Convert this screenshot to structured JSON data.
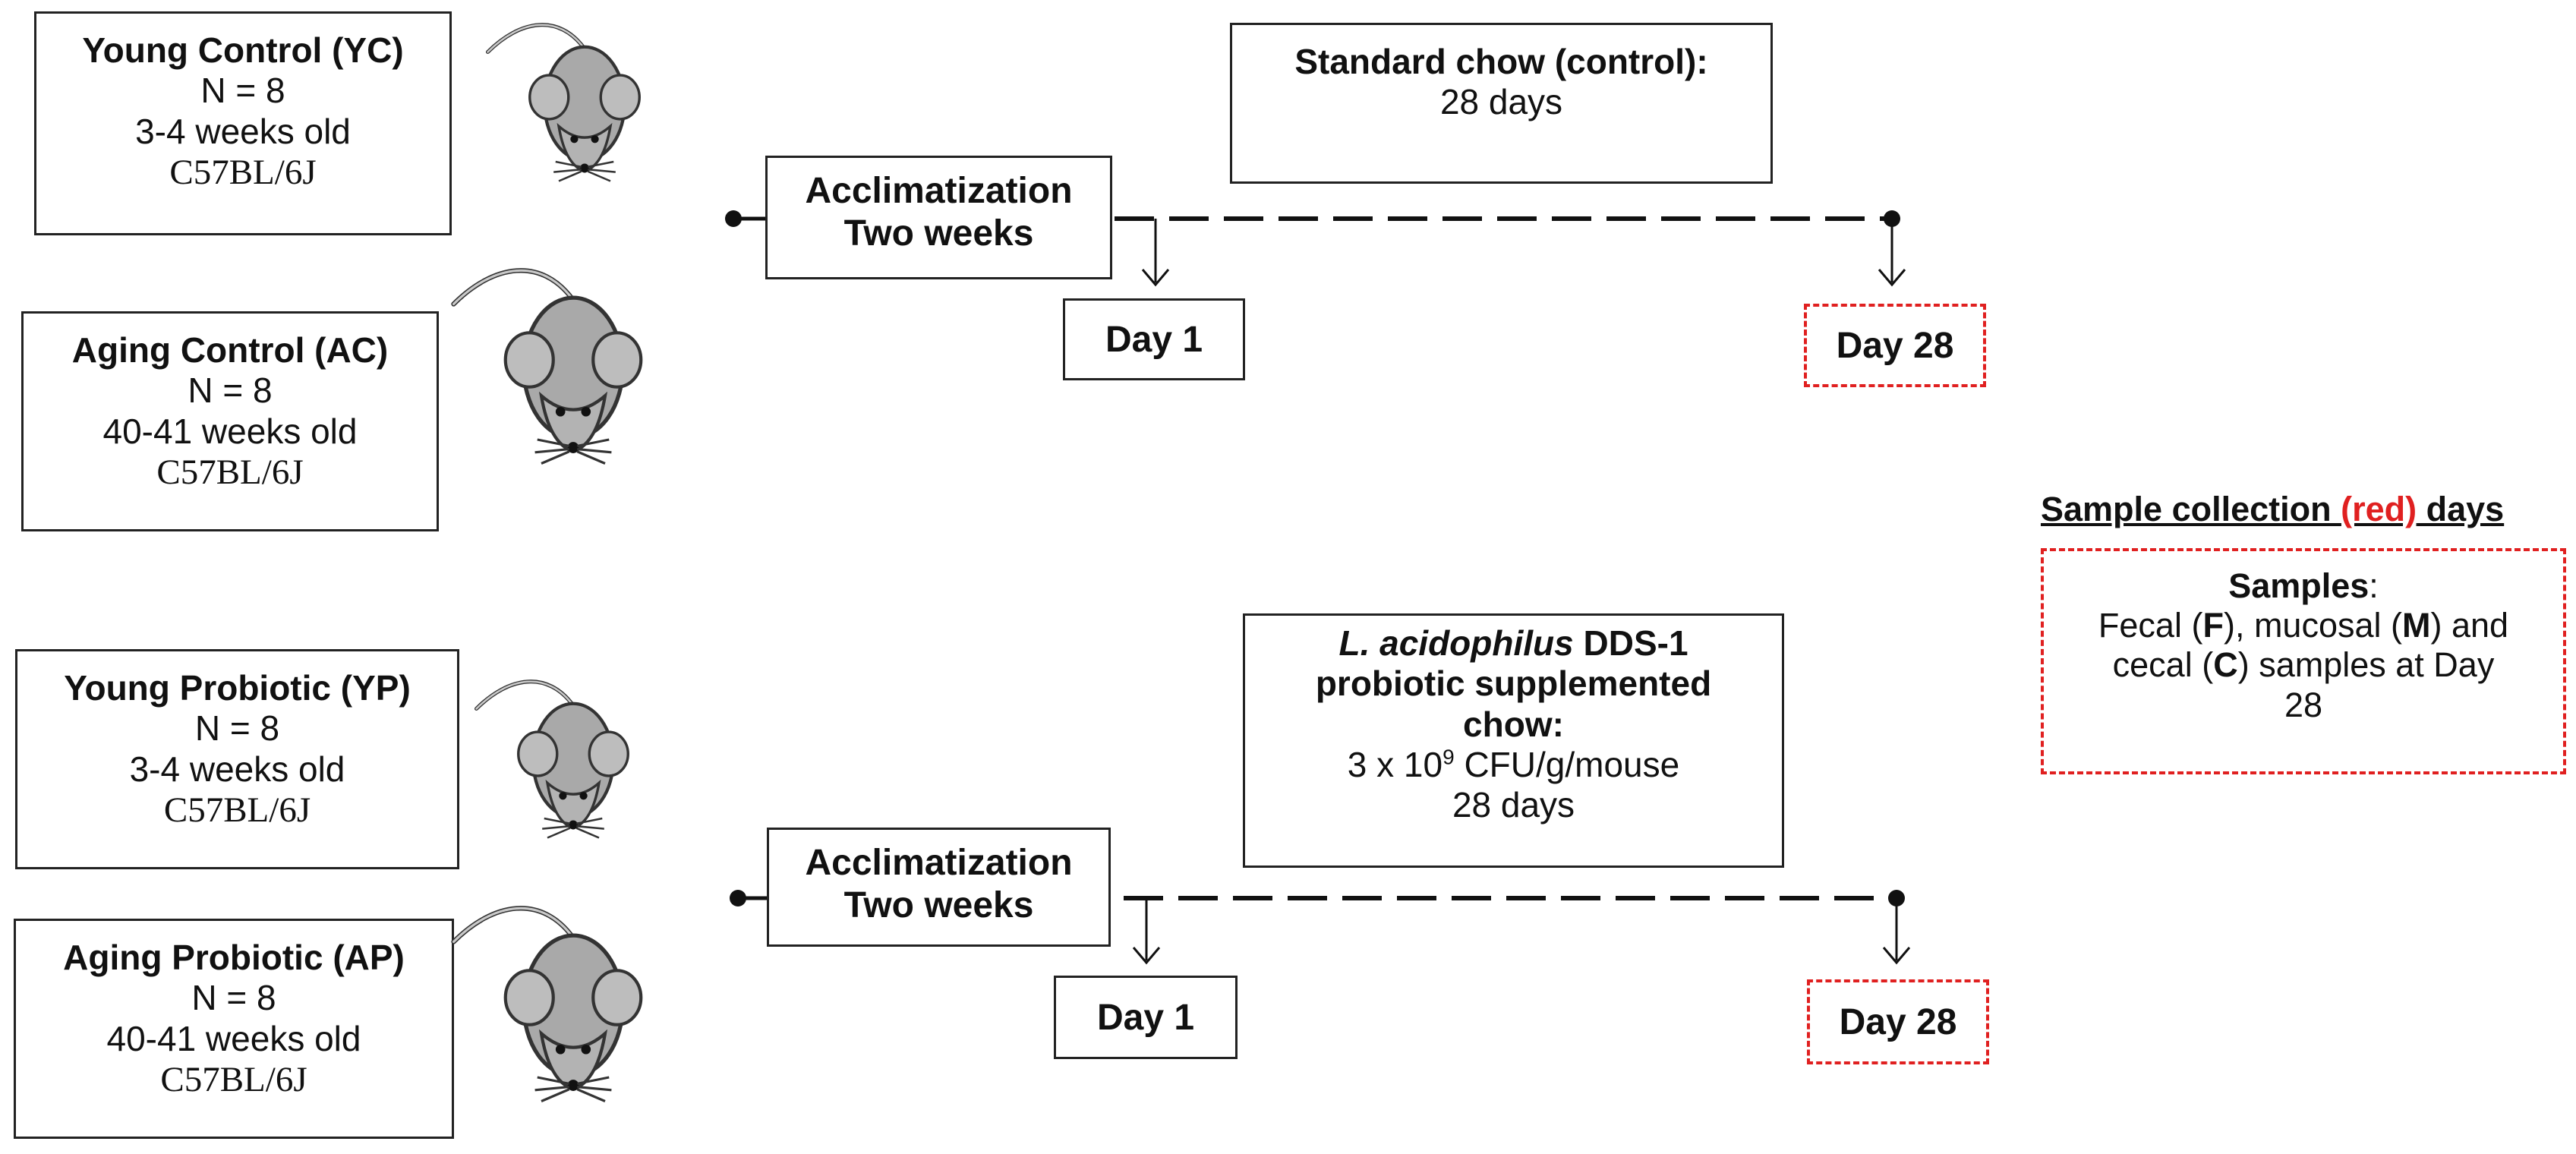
{
  "groups": [
    {
      "title": "Young Control (YC)",
      "n": "N = 8",
      "age": "3-4 weeks old",
      "strain": "C57BL/6J"
    },
    {
      "title": "Aging Control (AC)",
      "n": "N = 8",
      "age": "40-41 weeks old",
      "strain": "C57BL/6J"
    },
    {
      "title": "Young Probiotic (YP)",
      "n": "N = 8",
      "age": "3-4 weeks old",
      "strain": "C57BL/6J"
    },
    {
      "title": "Aging Probiotic (AP)",
      "n": "N = 8",
      "age": "40-41 weeks old",
      "strain": "C57BL/6J"
    }
  ],
  "timelines": [
    {
      "acclimatization": [
        "Acclimatization",
        "Two weeks"
      ],
      "start_day": "Day 1",
      "end_day": "Day 28",
      "diet": {
        "title": "Standard chow (control):",
        "duration": "28 days"
      }
    },
    {
      "acclimatization": [
        "Acclimatization",
        "Two weeks"
      ],
      "start_day": "Day 1",
      "end_day": "Day 28",
      "diet": {
        "species": "L. acidophilus",
        "strain": " DDS-1",
        "line2": "probiotic supplemented",
        "line3": "chow:",
        "dose_prefix": "3 x 10",
        "dose_exp": "9",
        "dose_suffix": " CFU/g/mouse",
        "duration": "28 days"
      }
    }
  ],
  "sample_collection": {
    "title_pre": "Sample collection ",
    "title_red": "(red)",
    "title_post": " days",
    "samples_label": "Samples",
    "samples_colon": ":",
    "l2_a": "Fecal (",
    "l2_b": "F",
    "l2_c": "), mucosal (",
    "l2_d": "M",
    "l2_e": ") and",
    "l3_a": "cecal (",
    "l3_b": "C",
    "l3_c": ") samples at Day",
    "l4": "28"
  },
  "colors": {
    "accent_red": "#e02020",
    "mouse_body": "#a9a9a9",
    "mouse_outline": "#333333"
  }
}
